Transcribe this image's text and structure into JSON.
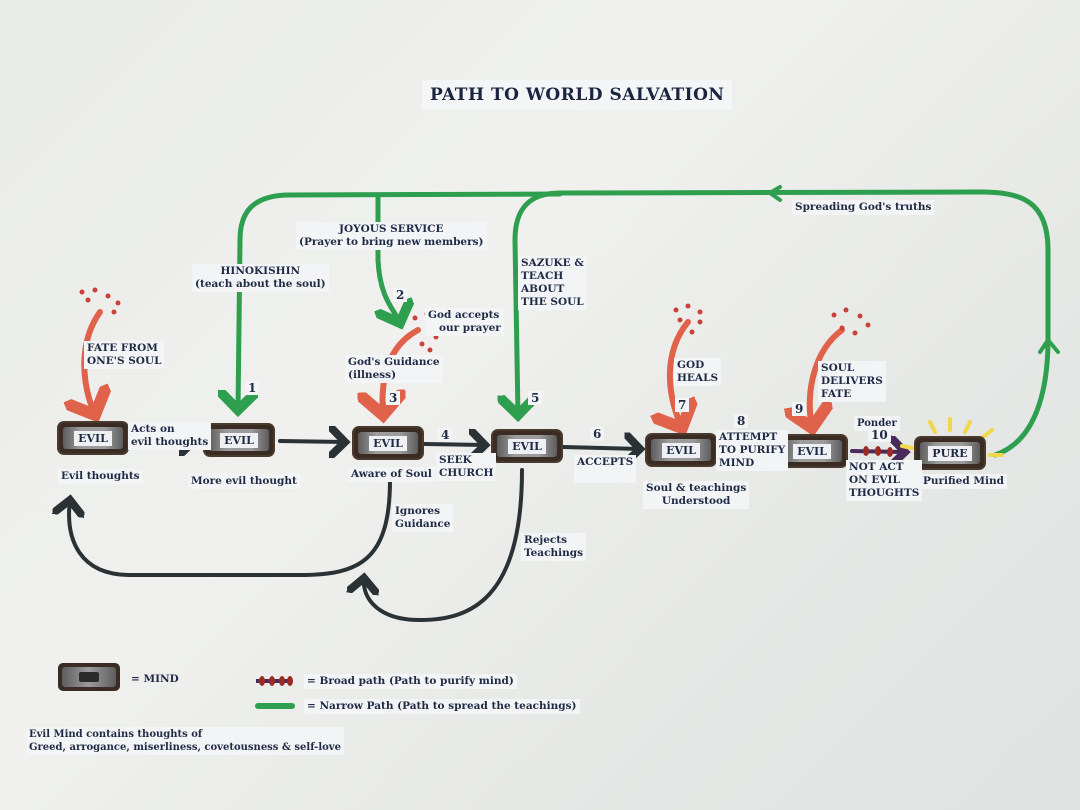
{
  "title": "PATH TO WORLD SALVATION",
  "nodes": [
    {
      "label": "EVIL",
      "caption": "Evil thoughts"
    },
    {
      "label": "EVIL",
      "caption": "More evil thought"
    },
    {
      "label": "EVIL",
      "caption": "Aware of Soul"
    },
    {
      "label": "EVIL",
      "caption": ""
    },
    {
      "label": "EVIL",
      "caption": "Soul & teachings\nUnderstood"
    },
    {
      "label": "EVIL",
      "caption": ""
    },
    {
      "label": "PURE",
      "caption": "Purified Mind"
    }
  ],
  "labels": {
    "fate_from_soul": "FATE FROM\nONE'S SOUL",
    "acts_on": "Acts on\nevil thoughts",
    "hinokishin": "HINOKISHIN\n(teach about the soul)",
    "joyous_service": "JOYOUS SERVICE\n(Prayer to bring new members)",
    "god_accepts": "God accepts\n   our prayer",
    "gods_guidance": "God's Guidance\n(illness)",
    "sazuke": "SAZUKE &\nTEACH\nABOUT\nTHE SOUL",
    "seek_church": "SEEK\nCHURCH",
    "accepts": "ACCEPTS",
    "god_heals": "GOD\nHEALS",
    "attempt": "ATTEMPT\nTO PURIFY\nMIND",
    "soul_delivers": "SOUL\nDELIVERS\nFATE",
    "ponder": "Ponder",
    "not_act": "NOT ACT\nON EVIL\nTHOUGHTS",
    "spreading": "Spreading God's truths",
    "ignores": "Ignores\nGuidance",
    "rejects": "Rejects\nTeachings"
  },
  "numbers": [
    "1",
    "2",
    "3",
    "4",
    "5",
    "6",
    "7",
    "8",
    "9",
    "10"
  ],
  "legend": {
    "mind": "= MIND",
    "broad": "= Broad path (Path to purify mind)",
    "narrow": "= Narrow Path (Path to spread the teachings)",
    "note": "Evil Mind contains thoughts of\nGreed, arrogance, miserliness, covetousness & self-love"
  },
  "colors": {
    "green": "#2e9e4f",
    "red": "#e0624a",
    "dark": "#2a3236",
    "broad_dots": "#9b2a22",
    "broad_line": "#4a2a5a",
    "rays": "#f0d84a"
  }
}
